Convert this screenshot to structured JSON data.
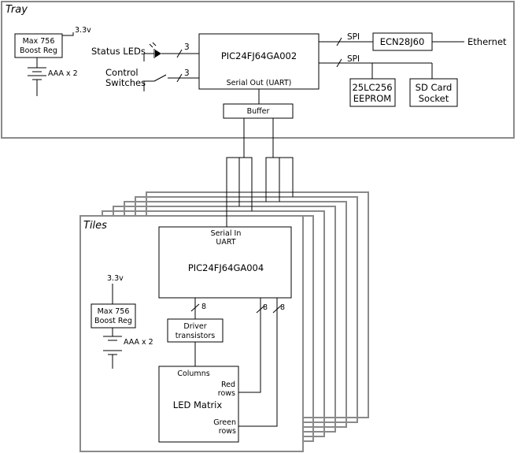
{
  "tray": {
    "title": "Tray",
    "boost_reg": [
      "Max 756",
      "Boost Reg"
    ],
    "voltage": "3.3v",
    "battery": "AAA x 2",
    "status_leds": "Status LEDs",
    "control_switches": [
      "Control",
      "Switches"
    ],
    "bus_width_leds": "3",
    "bus_width_switches": "3",
    "mcu": "PIC24FJ64GA002",
    "serial_out": "Serial Out (UART)",
    "spi_top": "SPI",
    "spi_bottom": "SPI",
    "ethernet_chip": "ECN28J60",
    "ethernet": "Ethernet",
    "eeprom": [
      "25LC256",
      "EEPROM"
    ],
    "sd_card": [
      "SD Card",
      "Socket"
    ],
    "buffer": "Buffer"
  },
  "tiles": {
    "title": "Tiles",
    "serial_in": [
      "Serial In",
      "UART"
    ],
    "mcu": "PIC24FJ64GA004",
    "voltage": "3.3v",
    "boost_reg": [
      "Max 756",
      "Boost Reg"
    ],
    "battery": "AAA x 2",
    "driver": [
      "Driver",
      "transistors"
    ],
    "bus_driver": "8",
    "bus_red": "8",
    "bus_green": "8",
    "columns": "Columns",
    "led_matrix": "LED Matrix",
    "red_rows": [
      "Red",
      "rows"
    ],
    "green_rows": [
      "Green",
      "rows"
    ]
  }
}
